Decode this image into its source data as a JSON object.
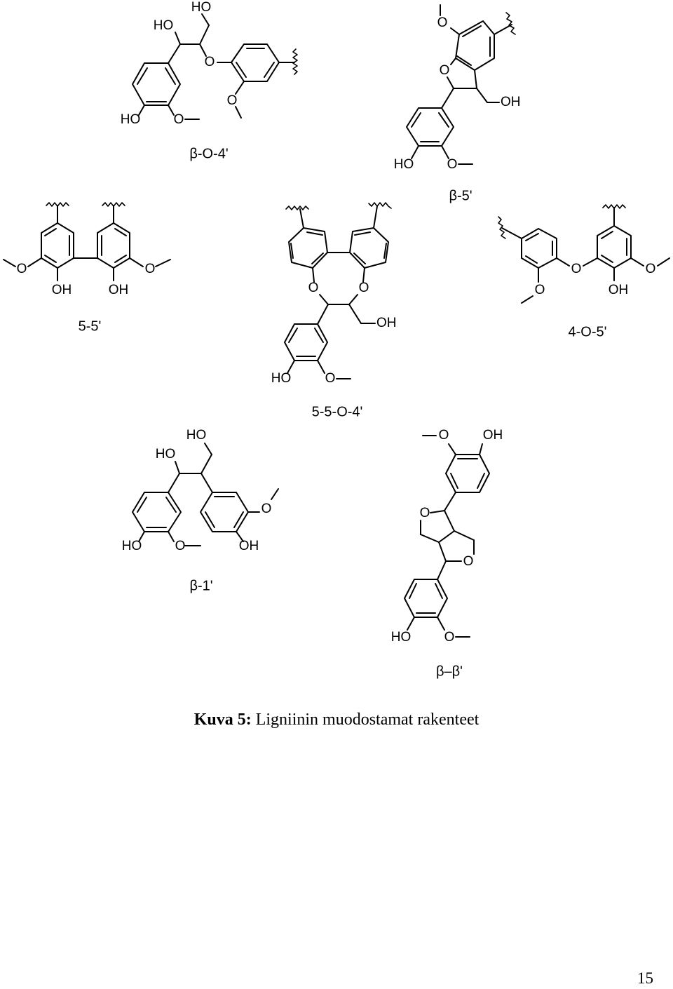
{
  "figure": {
    "structures": [
      {
        "id": "b-o-4",
        "label": "β-O-4'",
        "atoms": [
          "HO",
          "HO",
          "O",
          "O",
          "HO",
          "O"
        ]
      },
      {
        "id": "b-5",
        "label": "β-5'",
        "atoms": [
          "O",
          "O",
          "OH",
          "HO",
          "O"
        ]
      },
      {
        "id": "5-5",
        "label": "5-5'",
        "atoms": [
          "O",
          "OH",
          "OH",
          "O"
        ]
      },
      {
        "id": "5-5-o-4",
        "label": "5-5-O-4'",
        "atoms": [
          "O",
          "O",
          "OH",
          "HO",
          "O"
        ]
      },
      {
        "id": "4-o-5",
        "label": "4-O-5'",
        "atoms": [
          "O",
          "O",
          "OH",
          "O"
        ]
      },
      {
        "id": "b-1",
        "label": "β-1'",
        "atoms": [
          "HO",
          "HO",
          "O",
          "HO",
          "O",
          "OH"
        ]
      },
      {
        "id": "b-b",
        "label": "β–β'",
        "atoms": [
          "O",
          "OH",
          "O",
          "O",
          "HO",
          "O"
        ]
      }
    ]
  },
  "caption": {
    "bold": "Kuva 5:",
    "text": " Ligniinin muodostamat rakenteet"
  },
  "page_number": "15"
}
